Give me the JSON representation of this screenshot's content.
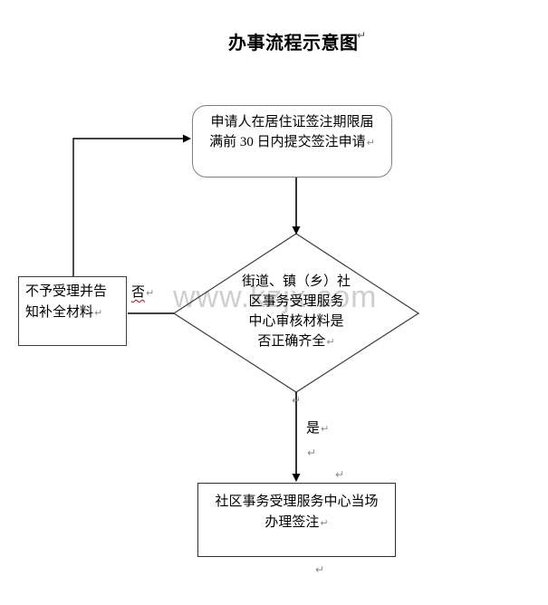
{
  "title": {
    "text": "办事流程示意图"
  },
  "watermark": {
    "text": "www.kzjx.com"
  },
  "marks": {
    "return": "↵"
  },
  "nodes": {
    "start": {
      "type": "rounded-rect",
      "line1": "申请人在居住证签注期限届",
      "line2": "满前 30 日内提交签注申请"
    },
    "decision": {
      "type": "diamond",
      "line1": "街道、镇（乡）社",
      "line2": "区事务受理服务",
      "line3": "中心审核材料是",
      "line4": "否正确齐全"
    },
    "reject": {
      "type": "rect",
      "line1": "不予受理并告",
      "line2": "知补全材料"
    },
    "final": {
      "type": "rect",
      "line1": "社区事务受理服务中心当场",
      "line2": "办理签注"
    }
  },
  "edges": {
    "no_label": "否",
    "yes_label": "是"
  },
  "colors": {
    "connector_line": "#000000",
    "rounded_box_border": "#7f7f7f",
    "rect_box_border": "#3d3d3d",
    "diamond_border": "#3c3c3c",
    "text": "#000000",
    "watermark_text": "#c2c2c2",
    "return_mark": "#8a8a8a",
    "spellcheck_wave": "#e00000"
  }
}
